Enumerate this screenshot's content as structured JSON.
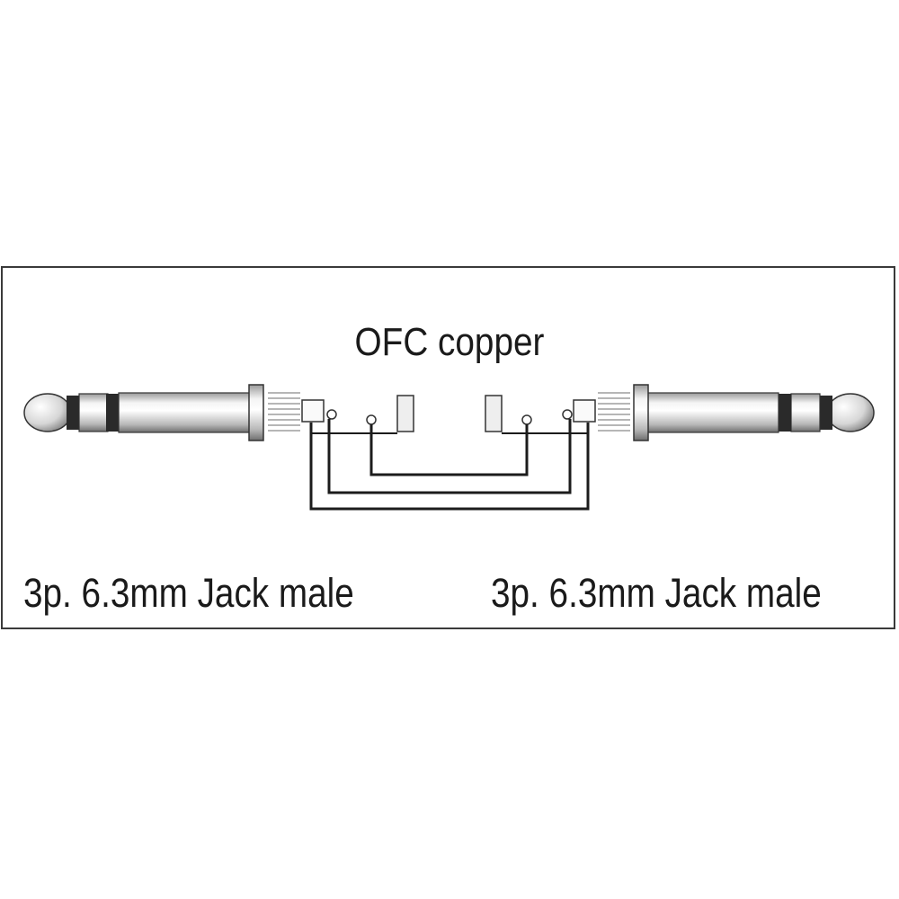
{
  "diagram": {
    "title": "OFC copper",
    "left_connector": {
      "label": "3p. 6.3mm Jack male"
    },
    "right_connector": {
      "label": "3p. 6.3mm Jack male"
    }
  }
}
